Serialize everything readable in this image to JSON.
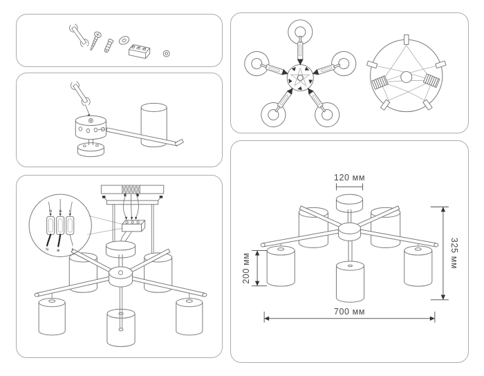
{
  "colors": {
    "background": "#ffffff",
    "panel_border": "#ababab",
    "line": "#7a7a7a",
    "text": "#474747",
    "wire_black": "#222222"
  },
  "panels": {
    "hardware": {
      "title": "supplied-hardware",
      "items": [
        "open-end-wrench",
        "mounting-screw",
        "wall-plug-anchor",
        "washer",
        "terminal-block",
        "lock-ring"
      ]
    },
    "arm_assembly": {
      "title": "attach-arm-to-hub-with-wrench"
    },
    "wiring": {
      "title": "mount-bracket-and-connect-wires",
      "terminal_labels_top": [
        "N",
        "⊕",
        "L"
      ],
      "terminal_labels_bottom": [
        "N",
        "⊕",
        "L"
      ]
    },
    "top_view": {
      "title": "insert-five-arms-into-hub"
    },
    "dimensions": {
      "title": "overall-dimensions",
      "canopy_diameter": "120 мм",
      "fixture_height": "325 мм",
      "shade_height": "200 мм",
      "fixture_width": "700 мм"
    }
  }
}
